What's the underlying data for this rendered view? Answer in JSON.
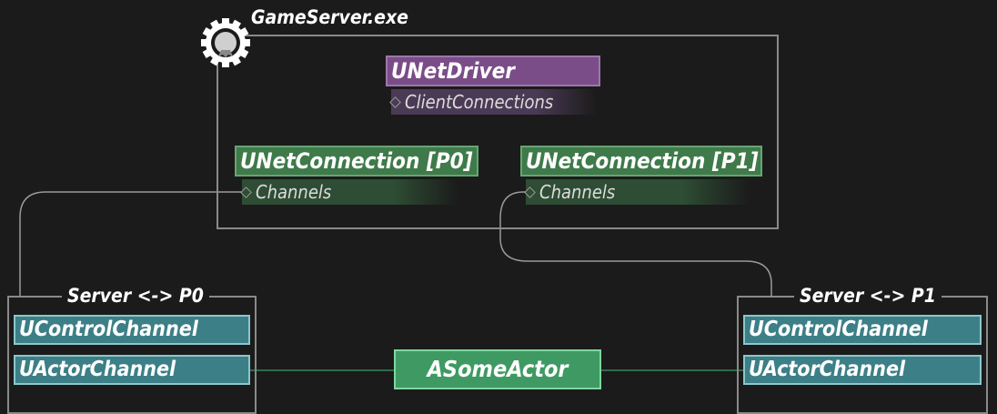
{
  "server": {
    "title": "GameServer.exe",
    "icon": "gear-badge-icon"
  },
  "driver": {
    "class_name": "UNetDriver",
    "property": "ClientConnections"
  },
  "connections": [
    {
      "class_name": "UNetConnection [P0]",
      "property": "Channels"
    },
    {
      "class_name": "UNetConnection [P1]",
      "property": "Channels"
    }
  ],
  "channel_groups": [
    {
      "title": "Server <-> P0",
      "channels": [
        "UControlChannel",
        "UActorChannel"
      ]
    },
    {
      "title": "Server <-> P1",
      "channels": [
        "UControlChannel",
        "UActorChannel"
      ]
    }
  ],
  "actor": {
    "name": "ASomeActor"
  },
  "colors": {
    "background": "#1b1b1b",
    "driver": "#7a4d88",
    "connection": "#3f7a4a",
    "channel": "#3c7f87",
    "actor": "#3e9a62",
    "frame": "#8a8a8a"
  }
}
